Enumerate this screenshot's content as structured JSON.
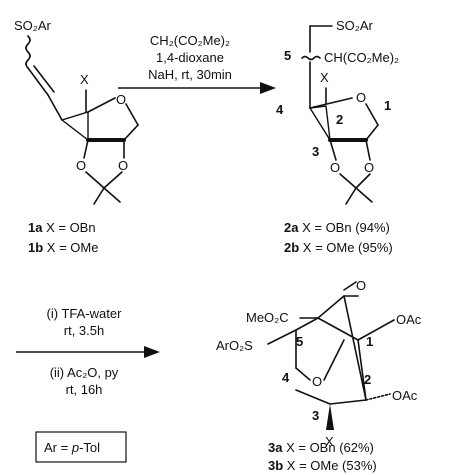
{
  "reaction1": {
    "conditions": [
      "CH₂(CO₂Me)₂",
      "1,4-dioxane",
      "NaH, rt, 30min"
    ]
  },
  "reactant": {
    "atoms": {
      "so2ar": "SO₂Ar",
      "x": "X",
      "o_ring": "O",
      "o_left": "O",
      "o_right": "O"
    },
    "labels": [
      {
        "id": "1a",
        "text": " X = OBn"
      },
      {
        "id": "1b",
        "text": " X = OMe"
      }
    ]
  },
  "product1": {
    "atoms": {
      "so2ar": "SO₂Ar",
      "malonate": "CH(CO₂Me)₂",
      "x": "X",
      "o_ring": "O",
      "o_left": "O",
      "o_right": "O"
    },
    "numbers": {
      "n5": "5",
      "n4": "4",
      "n2": "2",
      "n1": "1",
      "n3": "3"
    },
    "labels": [
      {
        "id": "2a",
        "text": " X = OBn (94%)"
      },
      {
        "id": "2b",
        "text": " X = OMe (95%)"
      }
    ]
  },
  "reaction2": {
    "conditions_top": [
      "(i) TFA-water",
      "rt, 3.5h"
    ],
    "conditions_bottom": [
      "(ii) Ac₂O, py",
      "rt, 16h"
    ]
  },
  "legend": {
    "prefix": "Ar = ",
    "italic": "p",
    "suffix": "-Tol"
  },
  "product2": {
    "atoms": {
      "meo2c": "MeO₂C",
      "aro2s": "ArO₂S",
      "o_top": "O",
      "o_bridge": "O",
      "oac1": "OAc",
      "oac2": "OAc",
      "x": "X"
    },
    "numbers": {
      "n5": "5",
      "n1": "1",
      "n4": "4",
      "n2": "2",
      "n3": "3"
    },
    "labels": [
      {
        "id": "3a",
        "text": " X = OBn (62%)"
      },
      {
        "id": "3b",
        "text": " X = OMe (53%)"
      }
    ]
  }
}
